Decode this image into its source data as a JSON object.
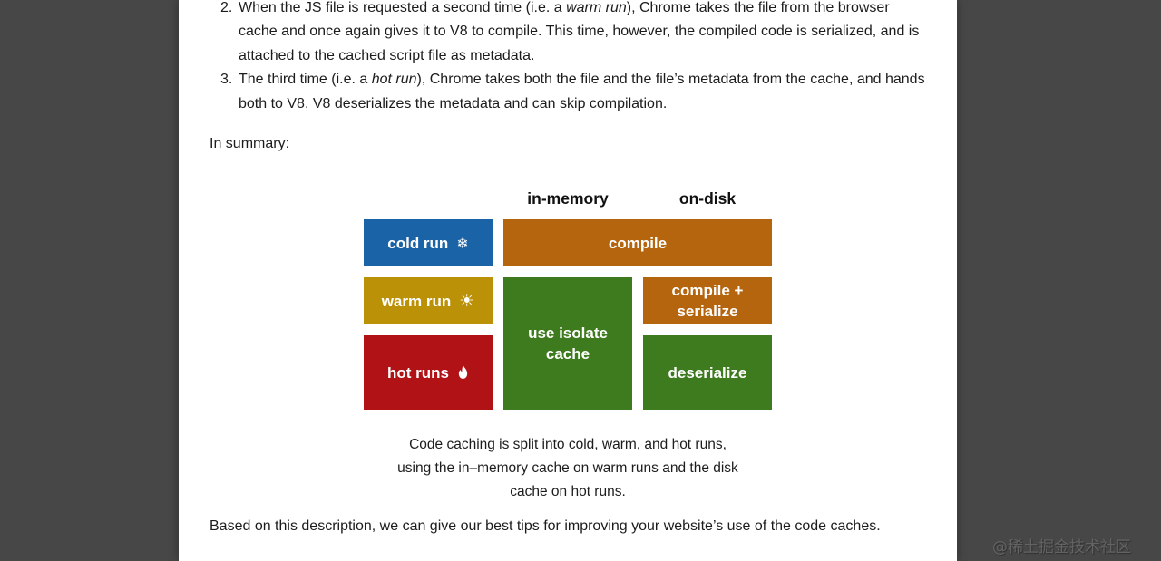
{
  "page": {
    "background_color": "#474747",
    "watermark": "@稀土掘金技术社区"
  },
  "article": {
    "list": {
      "items": [
        {
          "number": "2.",
          "pre": "When the JS file is requested a second time (i.e. a ",
          "italic": "warm run",
          "post": "), Chrome takes the file from the browser cache and once again gives it to V8 to compile. This time, however, the compiled code is serialized, and is attached to the cached script file as metadata."
        },
        {
          "number": "3.",
          "pre": "The third time (i.e. a ",
          "italic": "hot run",
          "post": "), Chrome takes both the file and the file’s metadata from the cache, and hands both to V8. V8 deserializes the metadata and can skip compilation."
        }
      ]
    },
    "in_summary": "In summary:",
    "figure": {
      "column_headers": [
        "in-memory",
        "on-disk"
      ],
      "icons": {
        "snowflake": "❄",
        "sun": "☀",
        "flame": "flame"
      },
      "boxes": [
        {
          "label": "cold run",
          "icon": "snowflake",
          "color": "#1b63a7"
        },
        {
          "label": "compile",
          "color": "#b5650e"
        },
        {
          "label": "warm run",
          "icon": "sun",
          "color": "#bb9108"
        },
        {
          "label": "use isolate cache",
          "color": "#3e7a1e"
        },
        {
          "label": "compile + serialize",
          "color": "#b5650e"
        },
        {
          "label": "hot runs",
          "icon": "flame",
          "color": "#b11215"
        },
        {
          "label": "deserialize",
          "color": "#3e7a1e"
        }
      ],
      "caption": "Code caching is split into cold, warm, and hot runs, using the in–memory cache on warm runs and the disk cache on hot runs."
    },
    "closing": "Based on this description, we can give our best tips for improving your website’s use of the code caches."
  }
}
